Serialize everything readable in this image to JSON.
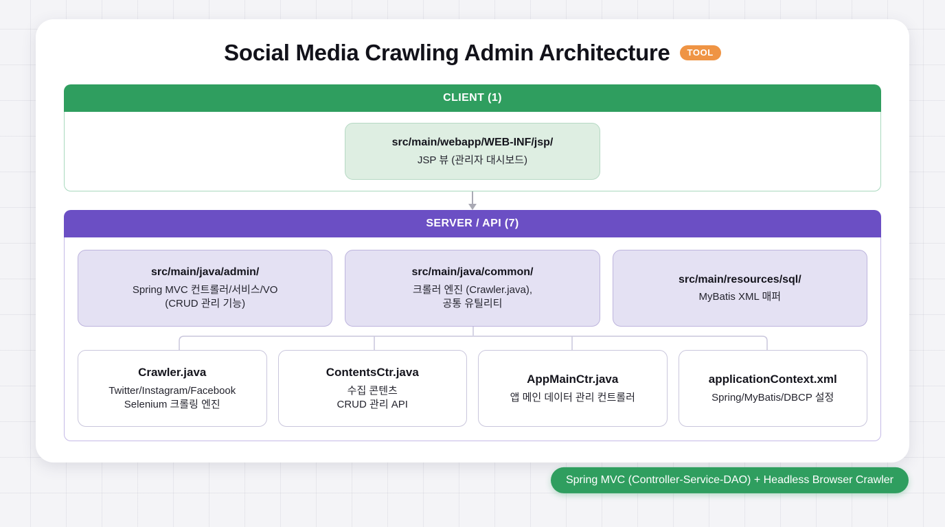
{
  "header": {
    "title": "Social Media Crawling Admin Architecture",
    "badge": "TOOL"
  },
  "colors": {
    "client_header": "#2f9e5f",
    "server_header": "#6b4fc4",
    "badge": "#ef9444",
    "footer_pill": "#2f9e5f",
    "client_node_fill": "#deeee2",
    "server_node_fill": "#e4e1f3"
  },
  "sections": [
    {
      "name": "client",
      "heading": "CLIENT (1)",
      "nodes": [
        {
          "title": "src/main/webapp/WEB-INF/jsp/",
          "desc": "JSP 뷰 (관리자 대시보드)"
        }
      ]
    },
    {
      "name": "server",
      "heading": "SERVER / API (7)",
      "top_nodes": [
        {
          "title": "src/main/java/admin/",
          "desc": "Spring MVC 컨트롤러/서비스/VO\n(CRUD 관리 기능)"
        },
        {
          "title": "src/main/java/common/",
          "desc": "크롤러 엔진 (Crawler.java),\n공통 유틸리티"
        },
        {
          "title": "src/main/resources/sql/",
          "desc": "MyBatis XML 매퍼"
        }
      ],
      "bottom_nodes": [
        {
          "title": "Crawler.java",
          "desc": "Twitter/Instagram/Facebook\nSelenium 크롤링 엔진"
        },
        {
          "title": "ContentsCtr.java",
          "desc": "수집 콘텐츠\nCRUD 관리 API"
        },
        {
          "title": "AppMainCtr.java",
          "desc": "앱 메인 데이터 관리 컨트롤러"
        },
        {
          "title": "applicationContext.xml",
          "desc": "Spring/MyBatis/DBCP 설정"
        }
      ]
    }
  ],
  "footer": {
    "label": "Spring MVC (Controller-Service-DAO) + Headless Browser Crawler"
  }
}
